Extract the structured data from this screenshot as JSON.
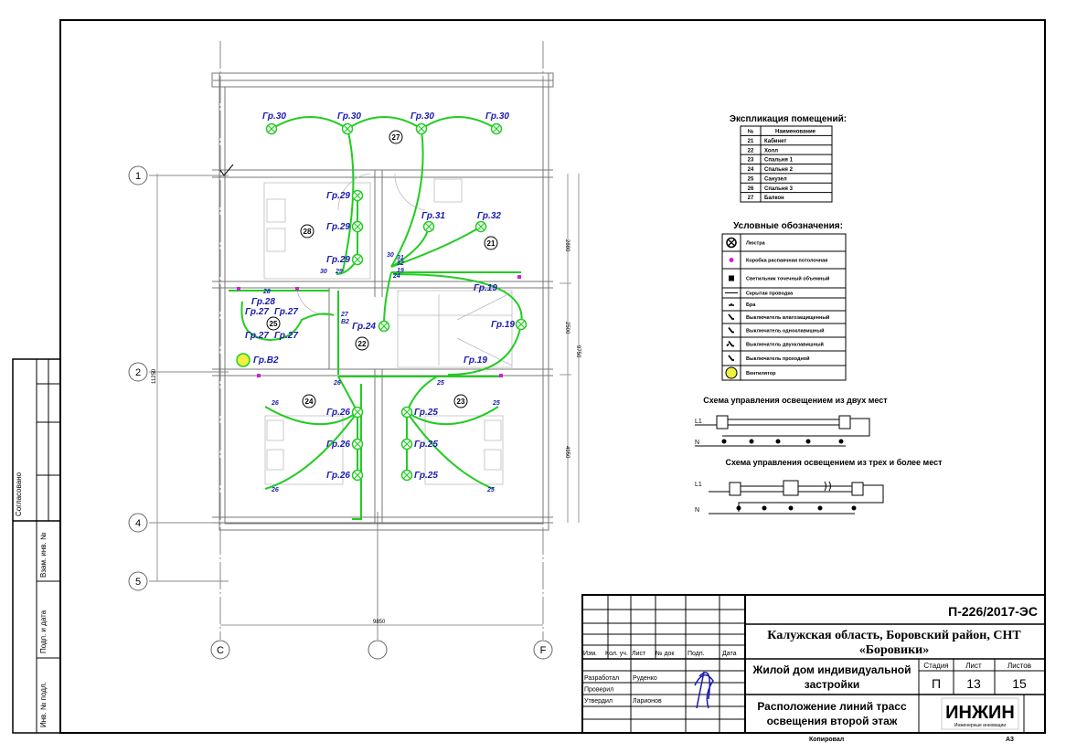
{
  "room_schedule": {
    "title": "Экспликация помещений:",
    "header": [
      "№",
      "Наименование"
    ],
    "rows": [
      [
        "21",
        "Кабинет"
      ],
      [
        "22",
        "Холл"
      ],
      [
        "23",
        "Спальня 1"
      ],
      [
        "24",
        "Спальня 2"
      ],
      [
        "25",
        "Санузел"
      ],
      [
        "26",
        "Спальня 3"
      ],
      [
        "27",
        "Балкон"
      ]
    ]
  },
  "legend": {
    "title": "Условные обозначения:",
    "items": [
      "Люстра",
      "Коробка распаячная потолочная",
      "Светильник точечный объемный",
      "Скрытая проводка",
      "Бра",
      "Выключатель влагозащищенный",
      "Выключатель одноклавишный",
      "Выключатель двухклавишный",
      "Выключатель проходной",
      "Вентилятор"
    ]
  },
  "schemes": {
    "two_places_title": "Схема управления освещением из двух мест",
    "three_places_title": "Схема управления освещением из трех и более мест",
    "phase": "L1",
    "neutral": "N"
  },
  "plan": {
    "axes_rows": [
      "1",
      "2",
      "4",
      "5"
    ],
    "axes_cols": [
      "C",
      "",
      "F"
    ],
    "rooms": [
      "27",
      "28",
      "21",
      "25",
      "22",
      "24",
      "23"
    ],
    "fixtures": [
      "Гр.30",
      "Гр.30",
      "Гр.30",
      "Гр.30",
      "Гр.29",
      "Гр.29",
      "Гр.29",
      "Гр.31",
      "Гр.32",
      "Гр.24",
      "Гр.19",
      "Гр.26",
      "Гр.26",
      "Гр.26",
      "Гр.25",
      "Гр.25",
      "Гр.25"
    ],
    "extra_labels": [
      "Гр.19",
      "Гр.19",
      "Гр.28",
      "Гр.27",
      "Гр.27",
      "Гр.27",
      "Гр.27",
      "Гр.В2"
    ],
    "switch_numbers": [
      "30",
      "29",
      "30",
      "31",
      "32",
      "19",
      "24",
      "28",
      "27",
      "В2",
      "26",
      "26",
      "26",
      "25",
      "25",
      "25"
    ],
    "dimensions": [
      "2880",
      "2500",
      "4950",
      "9750",
      "11250",
      "9850"
    ]
  },
  "left_stamp": [
    "Согласовано",
    "Взам. инв. №",
    "Подп. и дата",
    "Инв. № подл."
  ],
  "title_block": {
    "code": "П-226/2017-ЭС",
    "address_line1": "Калужская область, Боровский район, СНТ",
    "address_line2": "«Боровики»",
    "building_line1": "Жилой дом индивидуальной",
    "building_line2": "застройки",
    "stage_headers": [
      "Стадия",
      "Лист",
      "Листов"
    ],
    "stage_values": [
      "П",
      "13",
      "15"
    ],
    "drawing_line1": "Расположение линий трасс",
    "drawing_line2": "освещения второй этаж",
    "logo": "ИНЖИН",
    "logo_sub": "Инженерные инновации",
    "revision_headers": [
      "Изм.",
      "Кол. уч.",
      "Лист",
      "№ док",
      "Подп.",
      "Дата"
    ],
    "roles": [
      [
        "Разработал",
        "Руденко"
      ],
      [
        "Проверил",
        ""
      ],
      [
        "Утвердил",
        "Ларионов"
      ]
    ],
    "copied": "Копировал",
    "format": "А3"
  },
  "colors": {
    "wire": "#22cc22",
    "label": "#1a1ab0",
    "junction": "#d020d0",
    "fan": "#f0f040"
  }
}
